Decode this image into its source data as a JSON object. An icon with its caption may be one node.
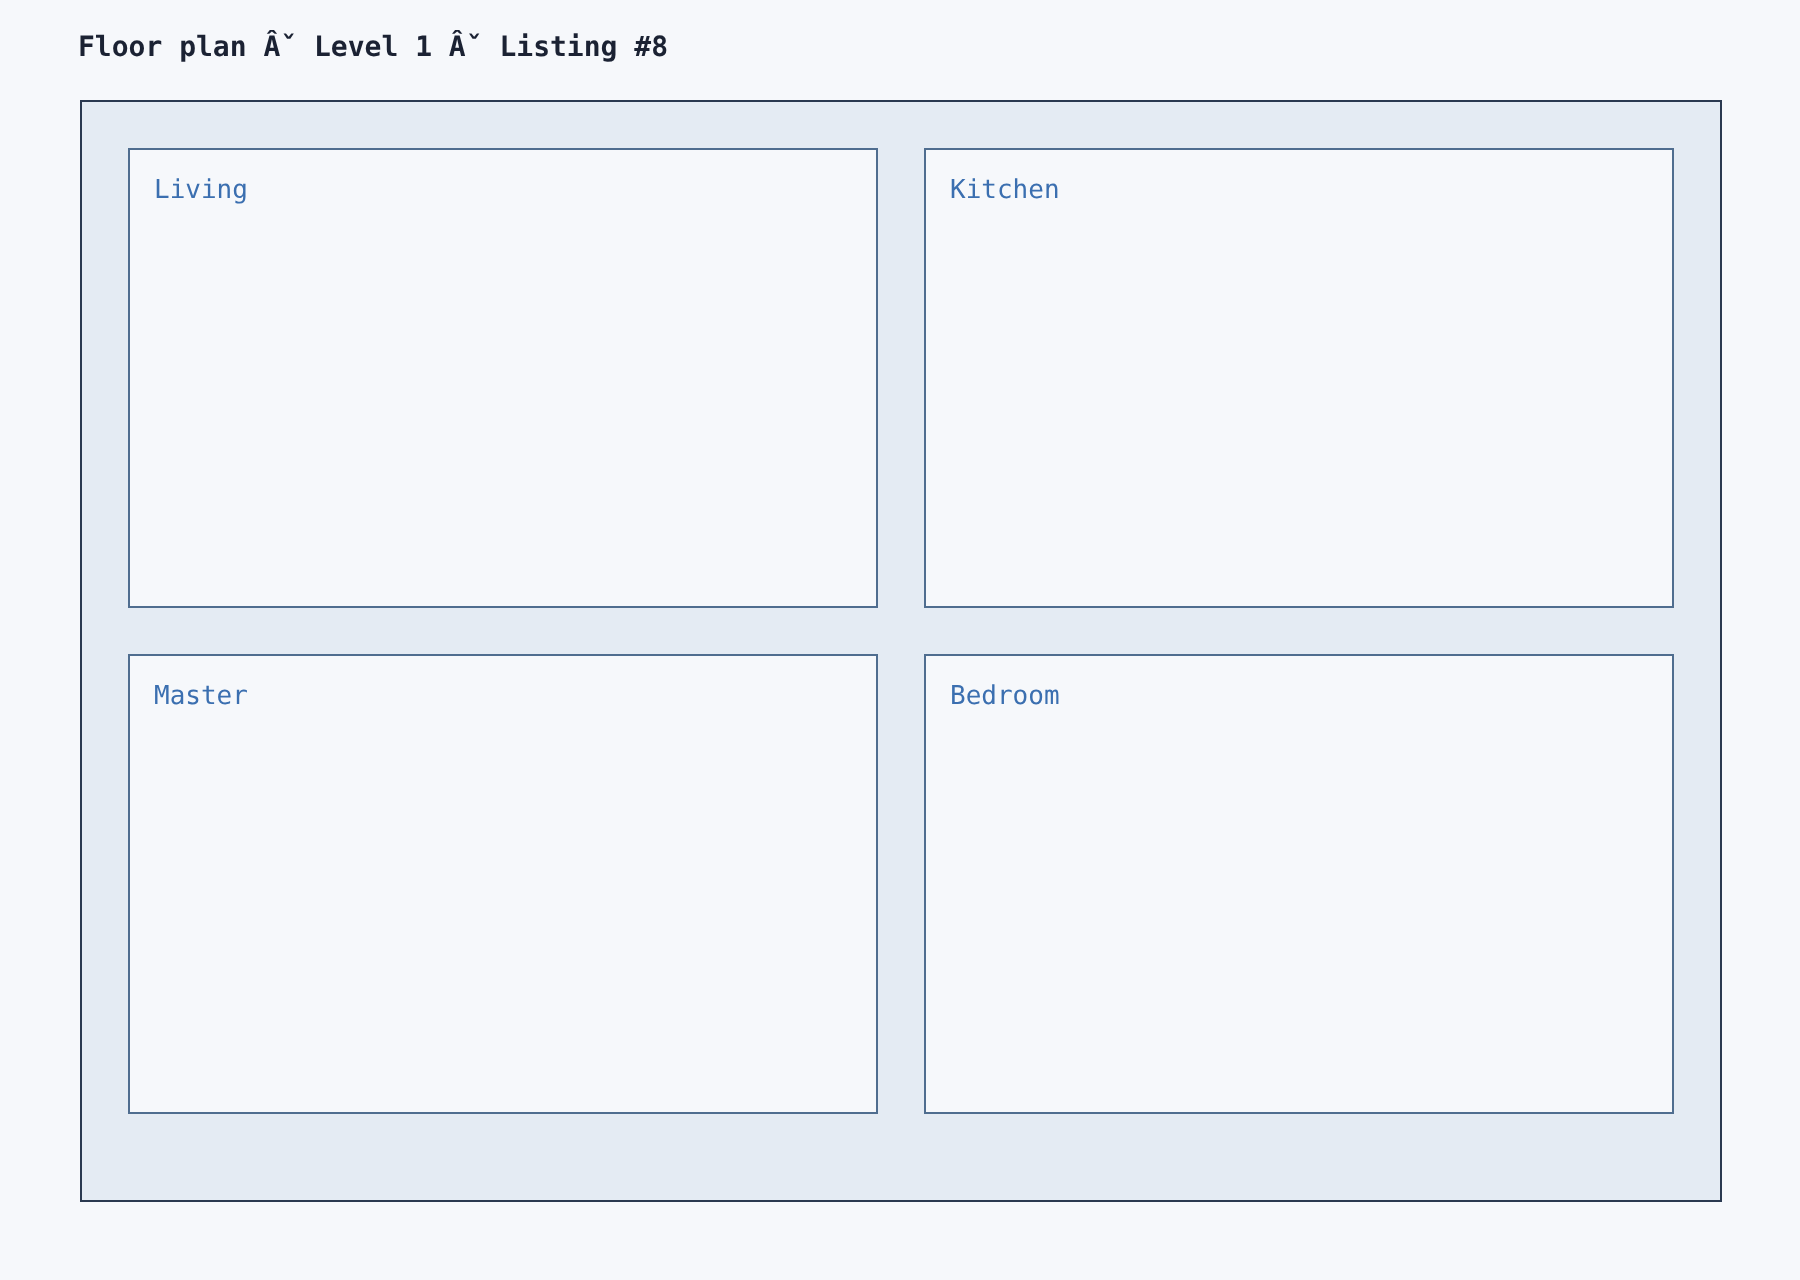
{
  "diagram": {
    "title": "Floor plan Âˇ Level 1 Âˇ Listing #8",
    "nodes": [
      {
        "text": [],
        "shape": "box"
      },
      {
        "text": [
          "Living"
        ],
        "in": 0
      },
      {
        "text": [
          "Kitchen"
        ],
        "in": 0
      },
      {
        "text": [
          "Master"
        ],
        "in": 0
      },
      {
        "text": [
          "Bedroom"
        ],
        "in": 0
      }
    ]
  }
}
